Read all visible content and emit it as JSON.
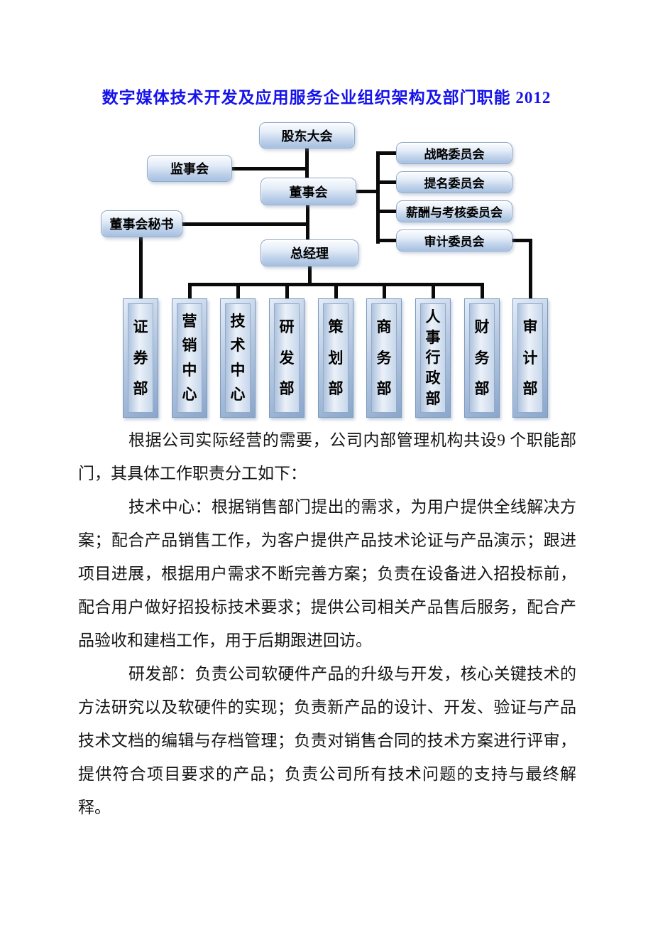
{
  "title": "数字媒体技术开发及应用服务企业组织架构及部门职能 2012",
  "org": {
    "shareholders": "股东大会",
    "supervisors": "监事会",
    "board": "董事会",
    "board_secretary": "董事会秘书",
    "general_manager": "总经理",
    "committees": [
      "战略委员会",
      "提名委员会",
      "薪酬与考核委员会",
      "审计委员会"
    ],
    "departments": [
      "证券部",
      "营销中心",
      "技术中心",
      "研发部",
      "策划部",
      "商务部",
      "人事行政部",
      "财务部",
      "审计部"
    ]
  },
  "paragraphs": [
    "根据公司实际经营的需要，公司内部管理机构共设9 个职能部门，其具体工作职责分工如下：",
    "技术中心：根据销售部门提出的需求，为用户提供全线解决方案；配合产品销售工作，为客户提供产品技术论证与产品演示；跟进项目进展，根据用户需求不断完善方案；负责在设备进入招投标前，配合用户做好招投标技术要求；提供公司相关产品售后服务，配合产品验收和建档工作，用于后期跟进回访。",
    "研发部：负责公司软硬件产品的升级与开发，核心关键技术的方法研究以及软硬件的实现；负责新产品的设计、开发、验证与产品技术文档的编辑与存档管理；负责对销售合同的技术方案进行评审，提供符合项目要求的产品；负责公司所有技术问题的支持与最终解释。"
  ]
}
